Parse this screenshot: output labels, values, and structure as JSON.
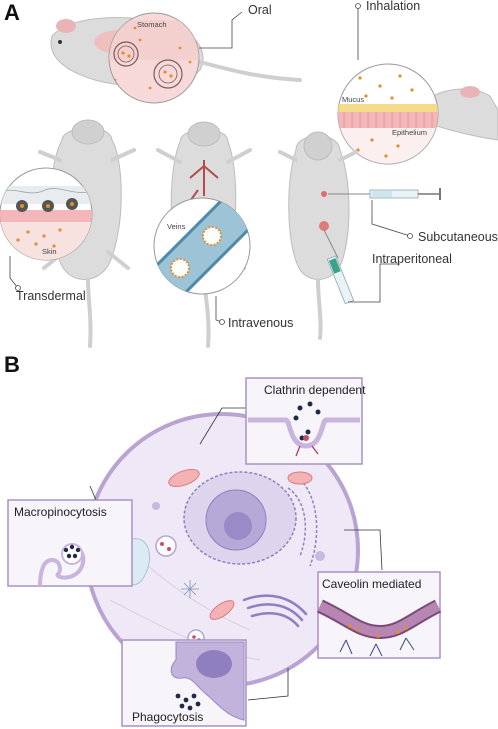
{
  "panels": {
    "a": "A",
    "b": "B"
  },
  "routes": {
    "oral": "Oral",
    "inhalation": "Inhalation",
    "transdermal": "Transdermal",
    "intravenous": "Intravenous",
    "subcutaneous": "Subcutaneous",
    "intraperitoneal": "Intraperitoneal"
  },
  "insets": {
    "stomach": "Stomach",
    "mucus": "Mucus",
    "epithelium": "Epithelium",
    "skin": "Skin",
    "veins": "Veins"
  },
  "pathways": {
    "clathrin": "Clathrin dependent",
    "macropinocytosis": "Macropinocytosis",
    "caveolin": "Caveolin mediated",
    "phagocytosis": "Phagocytosis"
  },
  "colors": {
    "mouse_body": "#d9d9d9",
    "nanoparticle": "#e0902a",
    "cell_membrane": "#b9a3d3",
    "cell_fill": "#efe8f6",
    "nucleus": "#8f7fc0",
    "mitochondria": "#e07a82"
  }
}
